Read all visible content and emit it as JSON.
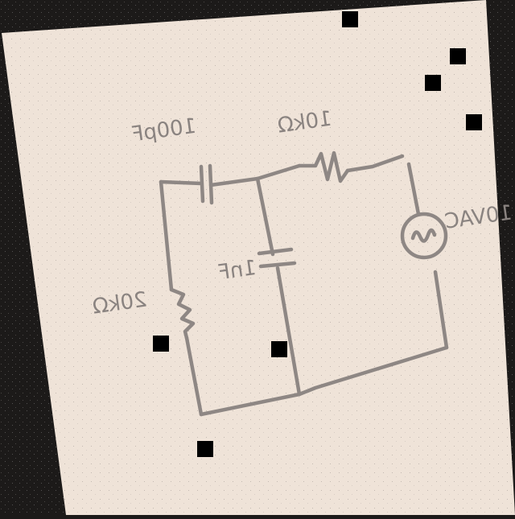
{
  "colors": {
    "background": "#1c1a19",
    "paper": "#efe3d8",
    "ink": "#8e8784",
    "marker": "#000000"
  },
  "circuit": {
    "capacitor_top_label": "100pF",
    "resistor_top_label": "10kΩ",
    "capacitor_mid_label": "1nF",
    "resistor_left_label": "20kΩ",
    "source_label": "10VAC"
  },
  "icons": {
    "source_symbol": "ac-source-icon",
    "capacitor_symbol": "capacitor-icon",
    "resistor_symbol": "resistor-icon"
  }
}
